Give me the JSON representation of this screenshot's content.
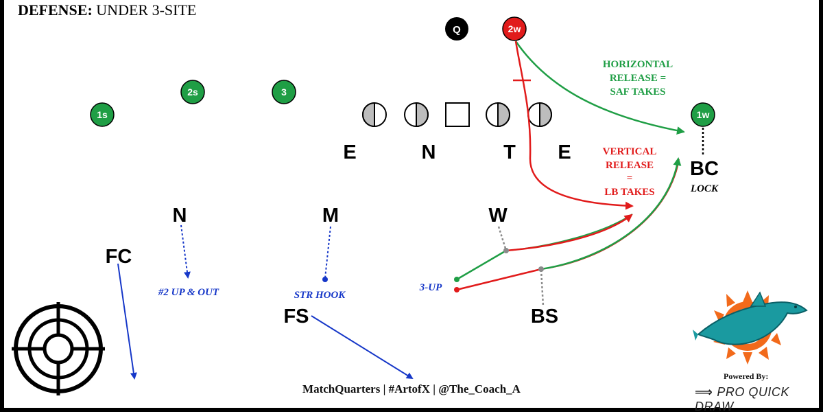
{
  "header": {
    "label": "DEFENSE:",
    "value": "UNDER 3-SITE"
  },
  "colors": {
    "green": "#1f9e45",
    "red": "#e11b1b",
    "blue": "#1637c8",
    "black": "#000000",
    "grey": "#8a8a8a",
    "dolphin_aqua": "#1a9aa0",
    "dolphin_orange": "#f26a1b"
  },
  "offense": {
    "qb": "Q",
    "receivers": [
      {
        "id": "1s",
        "label": "1s",
        "color": "green"
      },
      {
        "id": "2s",
        "label": "2s",
        "color": "green"
      },
      {
        "id": "3",
        "label": "3",
        "color": "green"
      },
      {
        "id": "2w",
        "label": "2w",
        "color": "red"
      },
      {
        "id": "1w",
        "label": "1w",
        "color": "green"
      }
    ],
    "line": [
      "half",
      "half",
      "center",
      "half",
      "half"
    ]
  },
  "defense": {
    "dl": [
      "E",
      "N",
      "T",
      "E"
    ],
    "lbs": [
      "N",
      "M",
      "W"
    ],
    "secondary": [
      "FC",
      "FS",
      "BS",
      "BC"
    ],
    "bc_note": "LOCK"
  },
  "annotations": {
    "horizontal": [
      "HORIZONTAL",
      "RELEASE =",
      "SAF TAKES"
    ],
    "vertical": [
      "VERTICAL",
      "RELEASE",
      "=",
      "LB TAKES"
    ],
    "n_assignment": "#2 UP & OUT",
    "m_assignment": "STR HOOK",
    "three_up": "3-UP"
  },
  "icons": {
    "logo_left": "crosshair-icon",
    "logo_right": "dolphin-logo-icon",
    "brand_mark": "pqd-logo-icon"
  },
  "footer": {
    "credits": "MatchQuarters | #ArtofX | @The_Coach_A",
    "powered": "Powered By:",
    "brand": "PRO QUICK DRAW"
  }
}
